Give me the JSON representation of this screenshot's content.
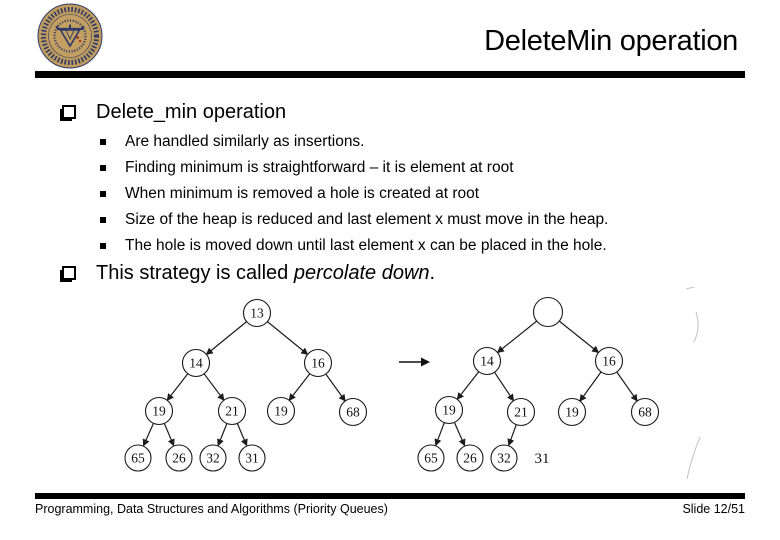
{
  "header": {
    "title": "DeleteMin operation",
    "logo_icon": "university-seal-icon"
  },
  "content": {
    "section1": {
      "bullet_icon": "shadowed-square-bullet",
      "heading": "Delete_min operation",
      "item_bullet_icon": "small-square-bullet",
      "items": [
        "Are handled similarly as insertions.",
        "Finding minimum is straightforward – it is element at root",
        "When minimum is removed a hole is created at root",
        "Size of the heap is reduced and last element x must move in the heap.",
        "The hole is moved down until last element x can be placed in the hole."
      ]
    },
    "section2": {
      "bullet_icon": "shadowed-square-bullet",
      "text_prefix": "This strategy is called ",
      "text_emphasis": "percolate down",
      "text_suffix": "."
    }
  },
  "diagram": {
    "arrow_icon": "right-arrow",
    "left_tree": {
      "nodes": [
        {
          "value": "13"
        },
        {
          "value": "14"
        },
        {
          "value": "16"
        },
        {
          "value": "19"
        },
        {
          "value": "21"
        },
        {
          "value": "19"
        },
        {
          "value": "68"
        },
        {
          "value": "65"
        },
        {
          "value": "26"
        },
        {
          "value": "32"
        },
        {
          "value": "31"
        }
      ]
    },
    "right_tree": {
      "root_value": "",
      "nodes": [
        {
          "value": "14"
        },
        {
          "value": "16"
        },
        {
          "value": "19"
        },
        {
          "value": "21"
        },
        {
          "value": "19"
        },
        {
          "value": "68"
        },
        {
          "value": "65"
        },
        {
          "value": "26"
        },
        {
          "value": "32"
        }
      ],
      "detached_value": "31"
    }
  },
  "footer": {
    "course": "Programming, Data Structures and Algorithms (Priority Queues)",
    "slide_number": "Slide 12/51"
  },
  "colors": {
    "text": "#000000",
    "rule": "#000000",
    "seal_gold": "#bf9c5d",
    "seal_navy": "#2e3a69",
    "seal_red": "#a23327"
  }
}
